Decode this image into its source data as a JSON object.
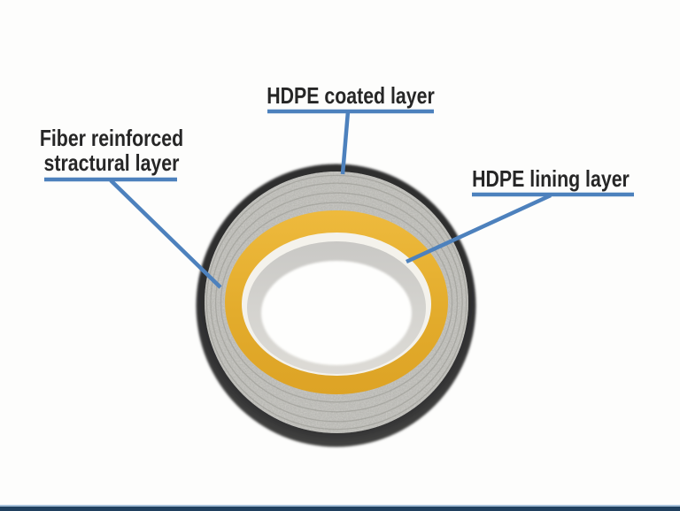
{
  "page": {
    "background": "#fdfdfc",
    "description_of_content": "Cross-section photo-style diagram of a three-layer composite pipe with callout labels"
  },
  "labels": {
    "coated": {
      "text": "HDPE coated layer"
    },
    "fiber": {
      "line1": "Fiber reinforced",
      "line2": "stractural layer"
    },
    "lining": {
      "text": "HDPE lining layer"
    }
  },
  "colors": {
    "leader_blue": "#4d81bd",
    "label_text": "#262626",
    "outer_coating_ring": "#39393b",
    "fiber_ring_base": "#b6b5b0",
    "yellow_ring": "#e3ac2c",
    "lining_ring": "#f4f2ec",
    "inner_wall_shade": "#d2d1cd",
    "bore_white": "#fefefd",
    "footer_bar": "#20405f",
    "footer_bar_highlight": "#a7c1da"
  }
}
